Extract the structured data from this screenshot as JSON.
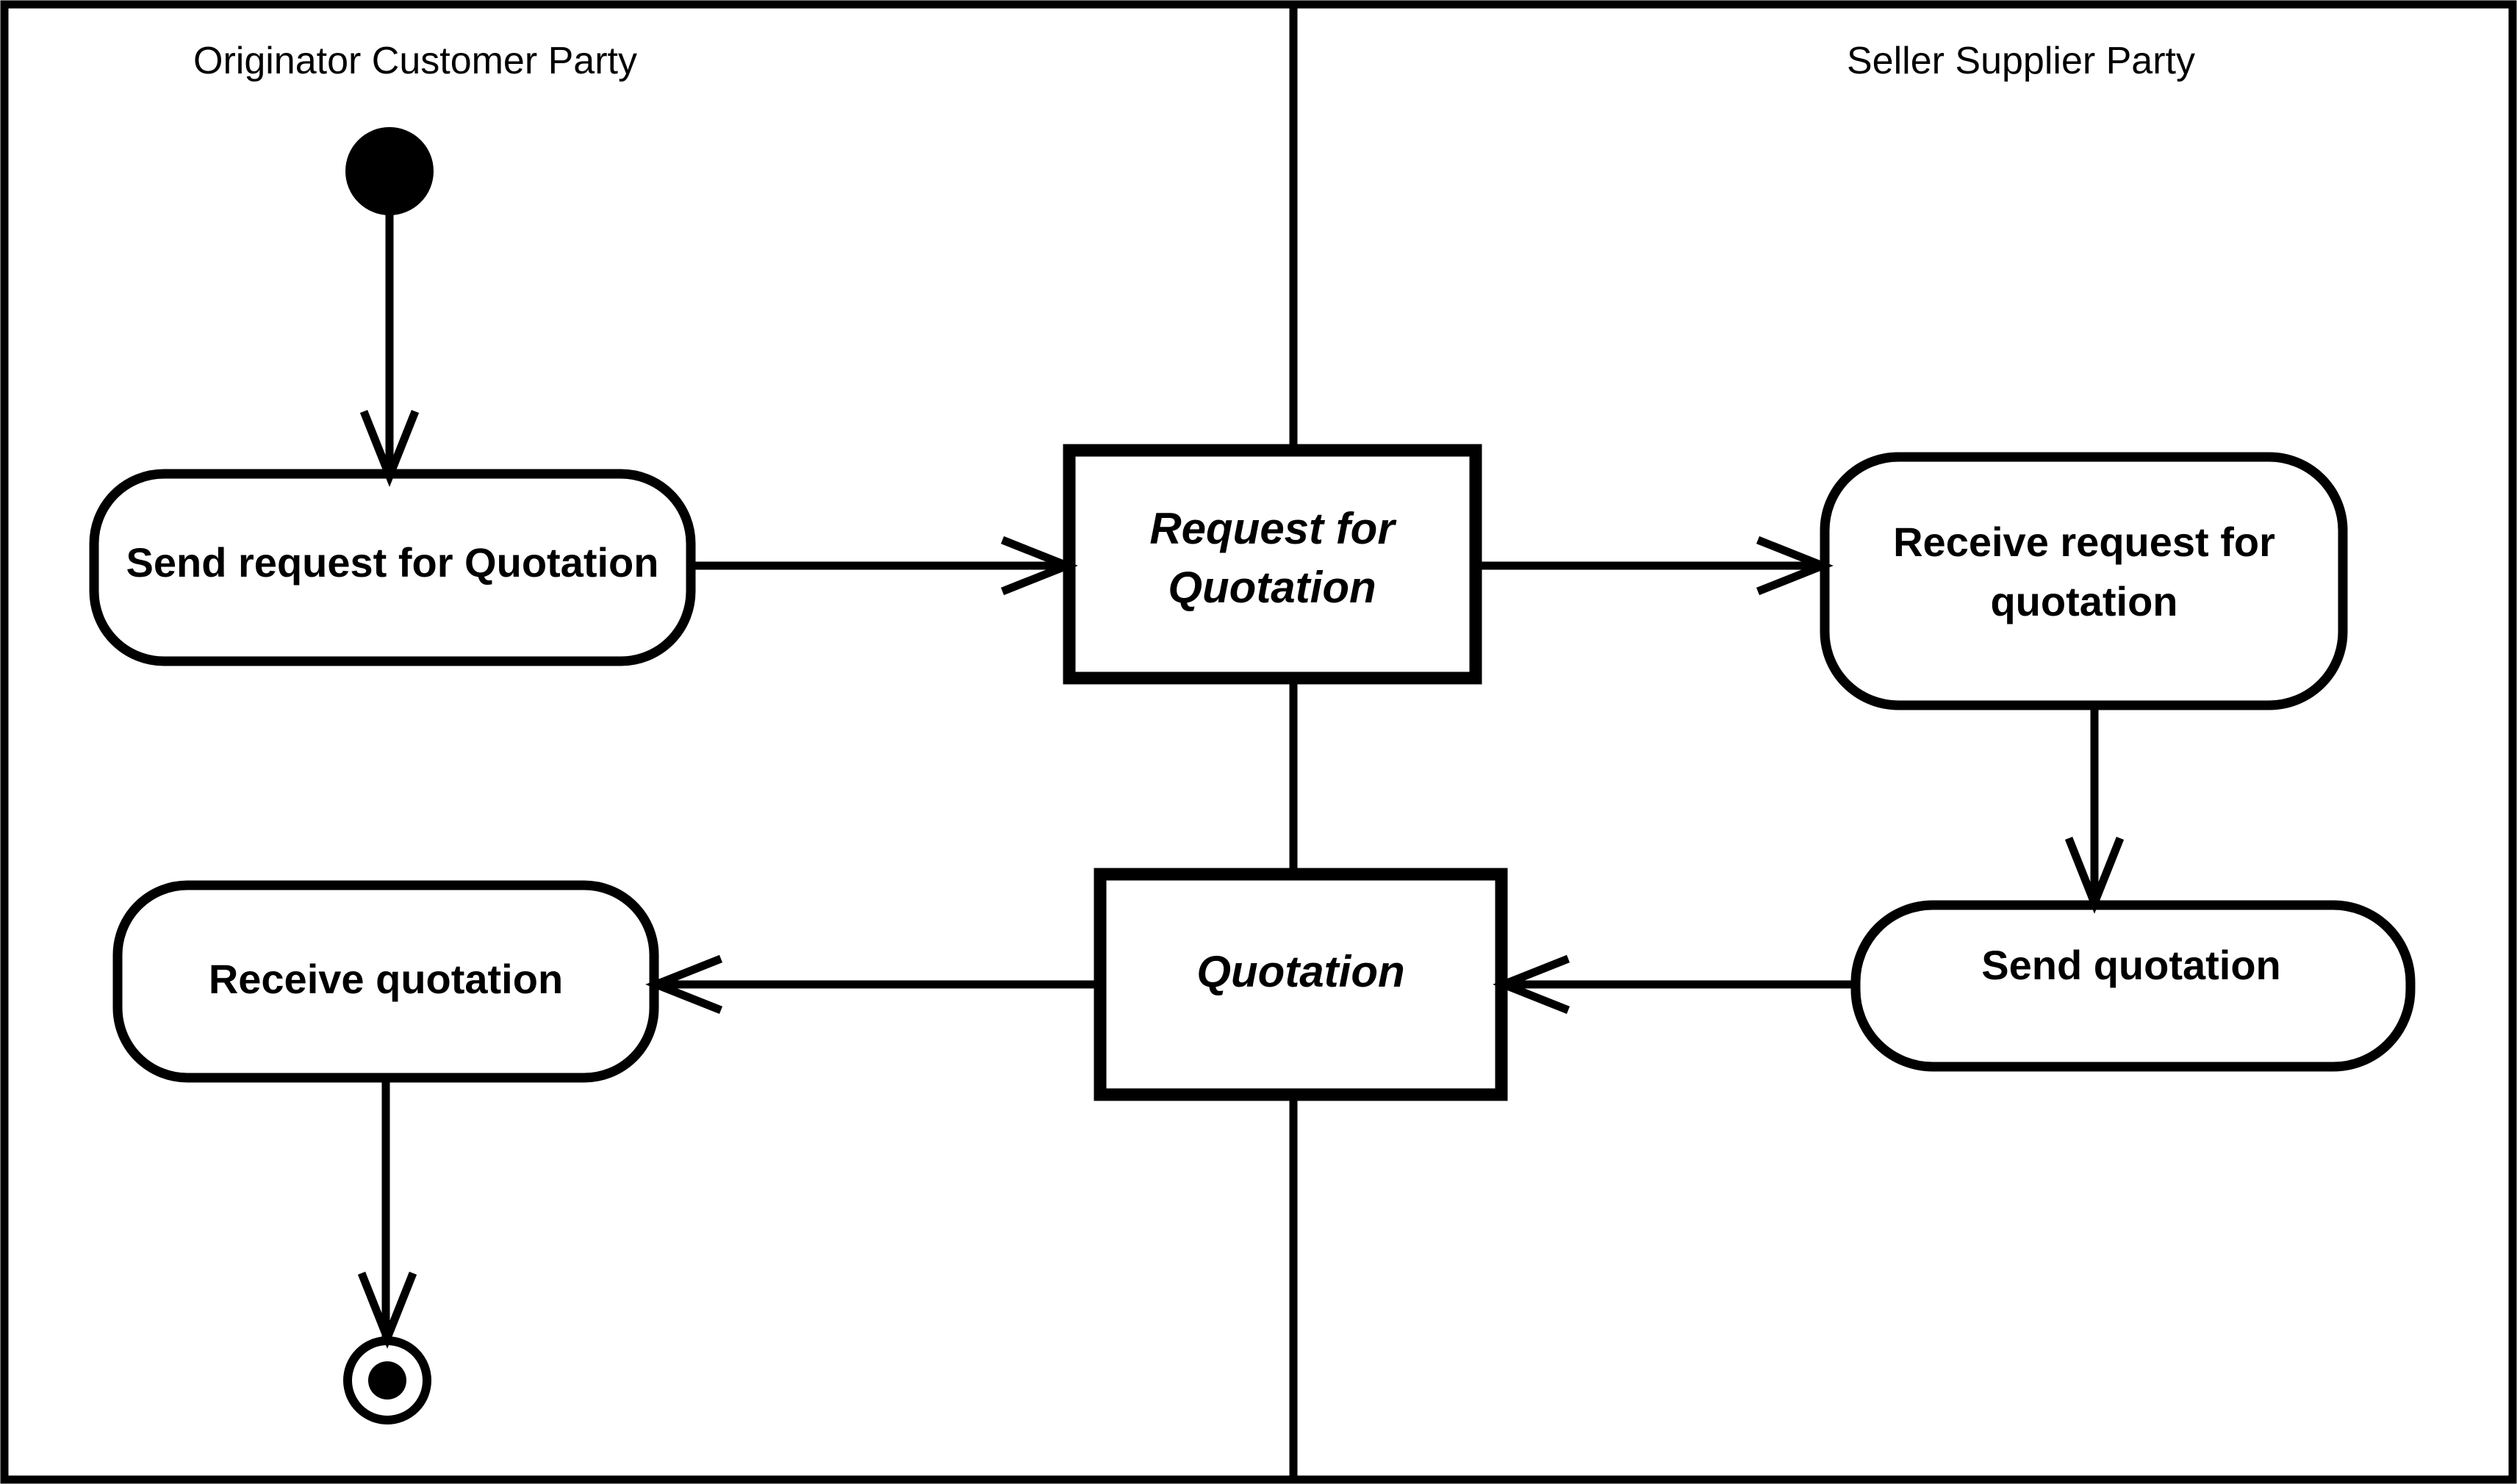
{
  "diagram": {
    "type": "uml-activity-diagram-with-swimlanes",
    "colors": {
      "foreground": "#000000",
      "background": "#ffffff"
    },
    "lanes": [
      {
        "title": "Originator Customer Party"
      },
      {
        "title": "Seller Supplier Party"
      }
    ],
    "nodes": {
      "start": {
        "kind": "initial-node"
      },
      "send_request": {
        "label": "Send request for Quotation"
      },
      "request_for_quotation": {
        "line1": "Request for",
        "line2": "Quotation"
      },
      "receive_request": {
        "line1": "Receive request for",
        "line2": "quotation"
      },
      "send_quotation": {
        "label": "Send quotation"
      },
      "quotation": {
        "label": "Quotation"
      },
      "receive_quotation": {
        "label": "Receive quotation"
      },
      "end": {
        "kind": "activity-final-node"
      }
    },
    "flows": [
      "start -> send_request",
      "send_request -> request_for_quotation",
      "request_for_quotation -> receive_request",
      "receive_request -> send_quotation",
      "send_quotation -> quotation",
      "quotation -> receive_quotation",
      "receive_quotation -> end"
    ]
  }
}
